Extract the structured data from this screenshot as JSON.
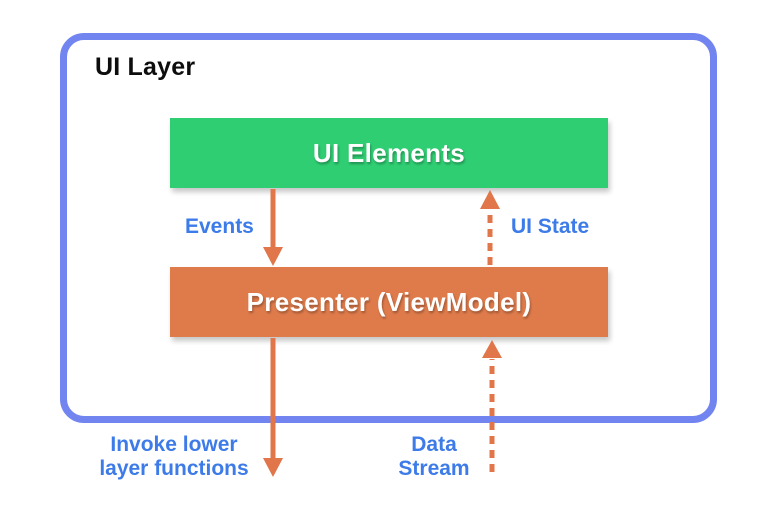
{
  "labels": {
    "container": "UI Layer",
    "node_ui_elements": "UI Elements",
    "node_presenter": "Presenter (ViewModel)",
    "edge_events": "Events",
    "edge_ui_state": "UI State",
    "edge_invoke_line1": "Invoke lower",
    "edge_invoke_line2": "layer functions",
    "edge_data_stream_line1": "Data",
    "edge_data_stream_line2": "Stream"
  },
  "nodes": [
    {
      "id": "ui_elements",
      "label": "UI Elements",
      "color": "#2fce73"
    },
    {
      "id": "presenter",
      "label": "Presenter (ViewModel)",
      "color": "#df7b4b"
    }
  ],
  "edges": [
    {
      "id": "events",
      "label": "Events",
      "from": "ui_elements",
      "to": "presenter",
      "style": "solid",
      "direction": "down"
    },
    {
      "id": "ui_state",
      "label": "UI State",
      "from": "presenter",
      "to": "ui_elements",
      "style": "dashed",
      "direction": "up"
    },
    {
      "id": "invoke_lower_layer_functions",
      "label": "Invoke lower layer functions",
      "from": "presenter",
      "style": "solid",
      "direction": "down"
    },
    {
      "id": "data_stream",
      "label": "Data Stream",
      "to": "presenter",
      "style": "dashed",
      "direction": "up"
    }
  ],
  "colors": {
    "box_green": "#2fce73",
    "box_orange": "#df7b4b",
    "container_border": "#7284f0",
    "label_blue": "#3d7be8",
    "arrow_orange": "#e0764a",
    "title_black": "#0d0d0d"
  }
}
